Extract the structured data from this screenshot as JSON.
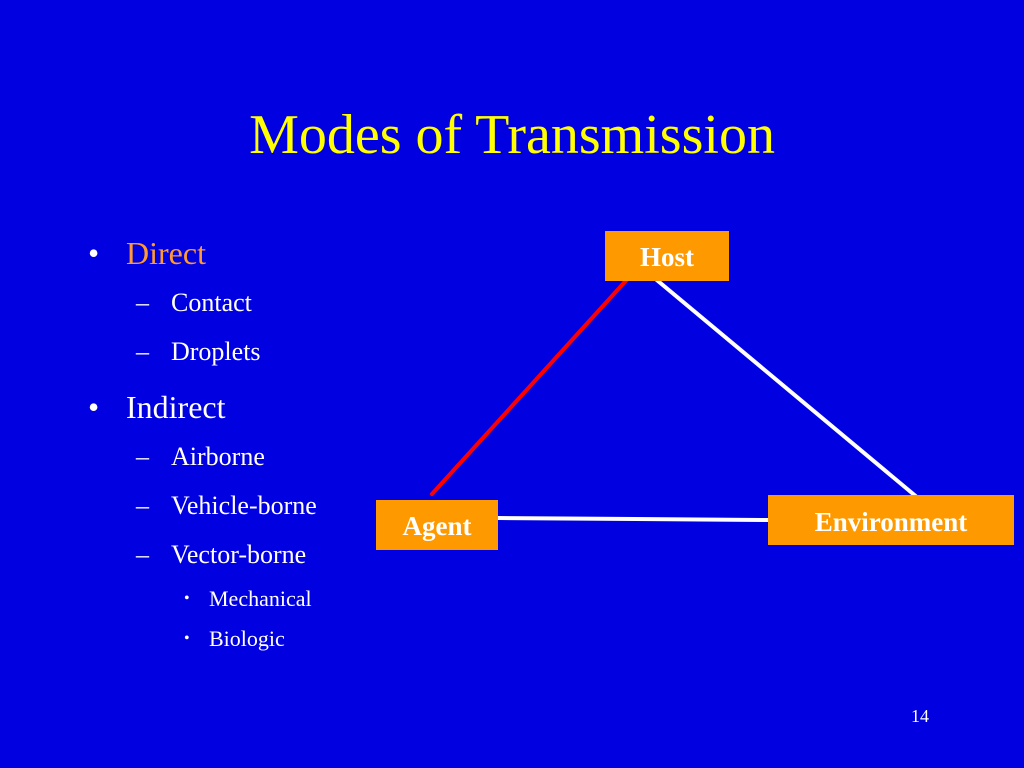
{
  "slide": {
    "title": "Modes of Transmission",
    "page_number": "14",
    "bullet_glyph": "•",
    "dash_glyph": "–",
    "sub_bullet_glyph": "•",
    "colors": {
      "background": "#0000e0",
      "title": "#ffff00",
      "accent": "#ff9933",
      "box": "#ff9900",
      "agent_host_line": "#ff0000",
      "other_lines": "#ffffff"
    }
  },
  "bullets": {
    "direct": {
      "label": "Direct",
      "items": [
        "Contact",
        "Droplets"
      ]
    },
    "indirect": {
      "label": "Indirect",
      "items": [
        "Airborne",
        "Vehicle-borne",
        "Vector-borne"
      ],
      "vector_types": [
        "Mechanical",
        "Biologic"
      ]
    }
  },
  "diagram": {
    "host": "Host",
    "agent": "Agent",
    "environment": "Environment"
  }
}
